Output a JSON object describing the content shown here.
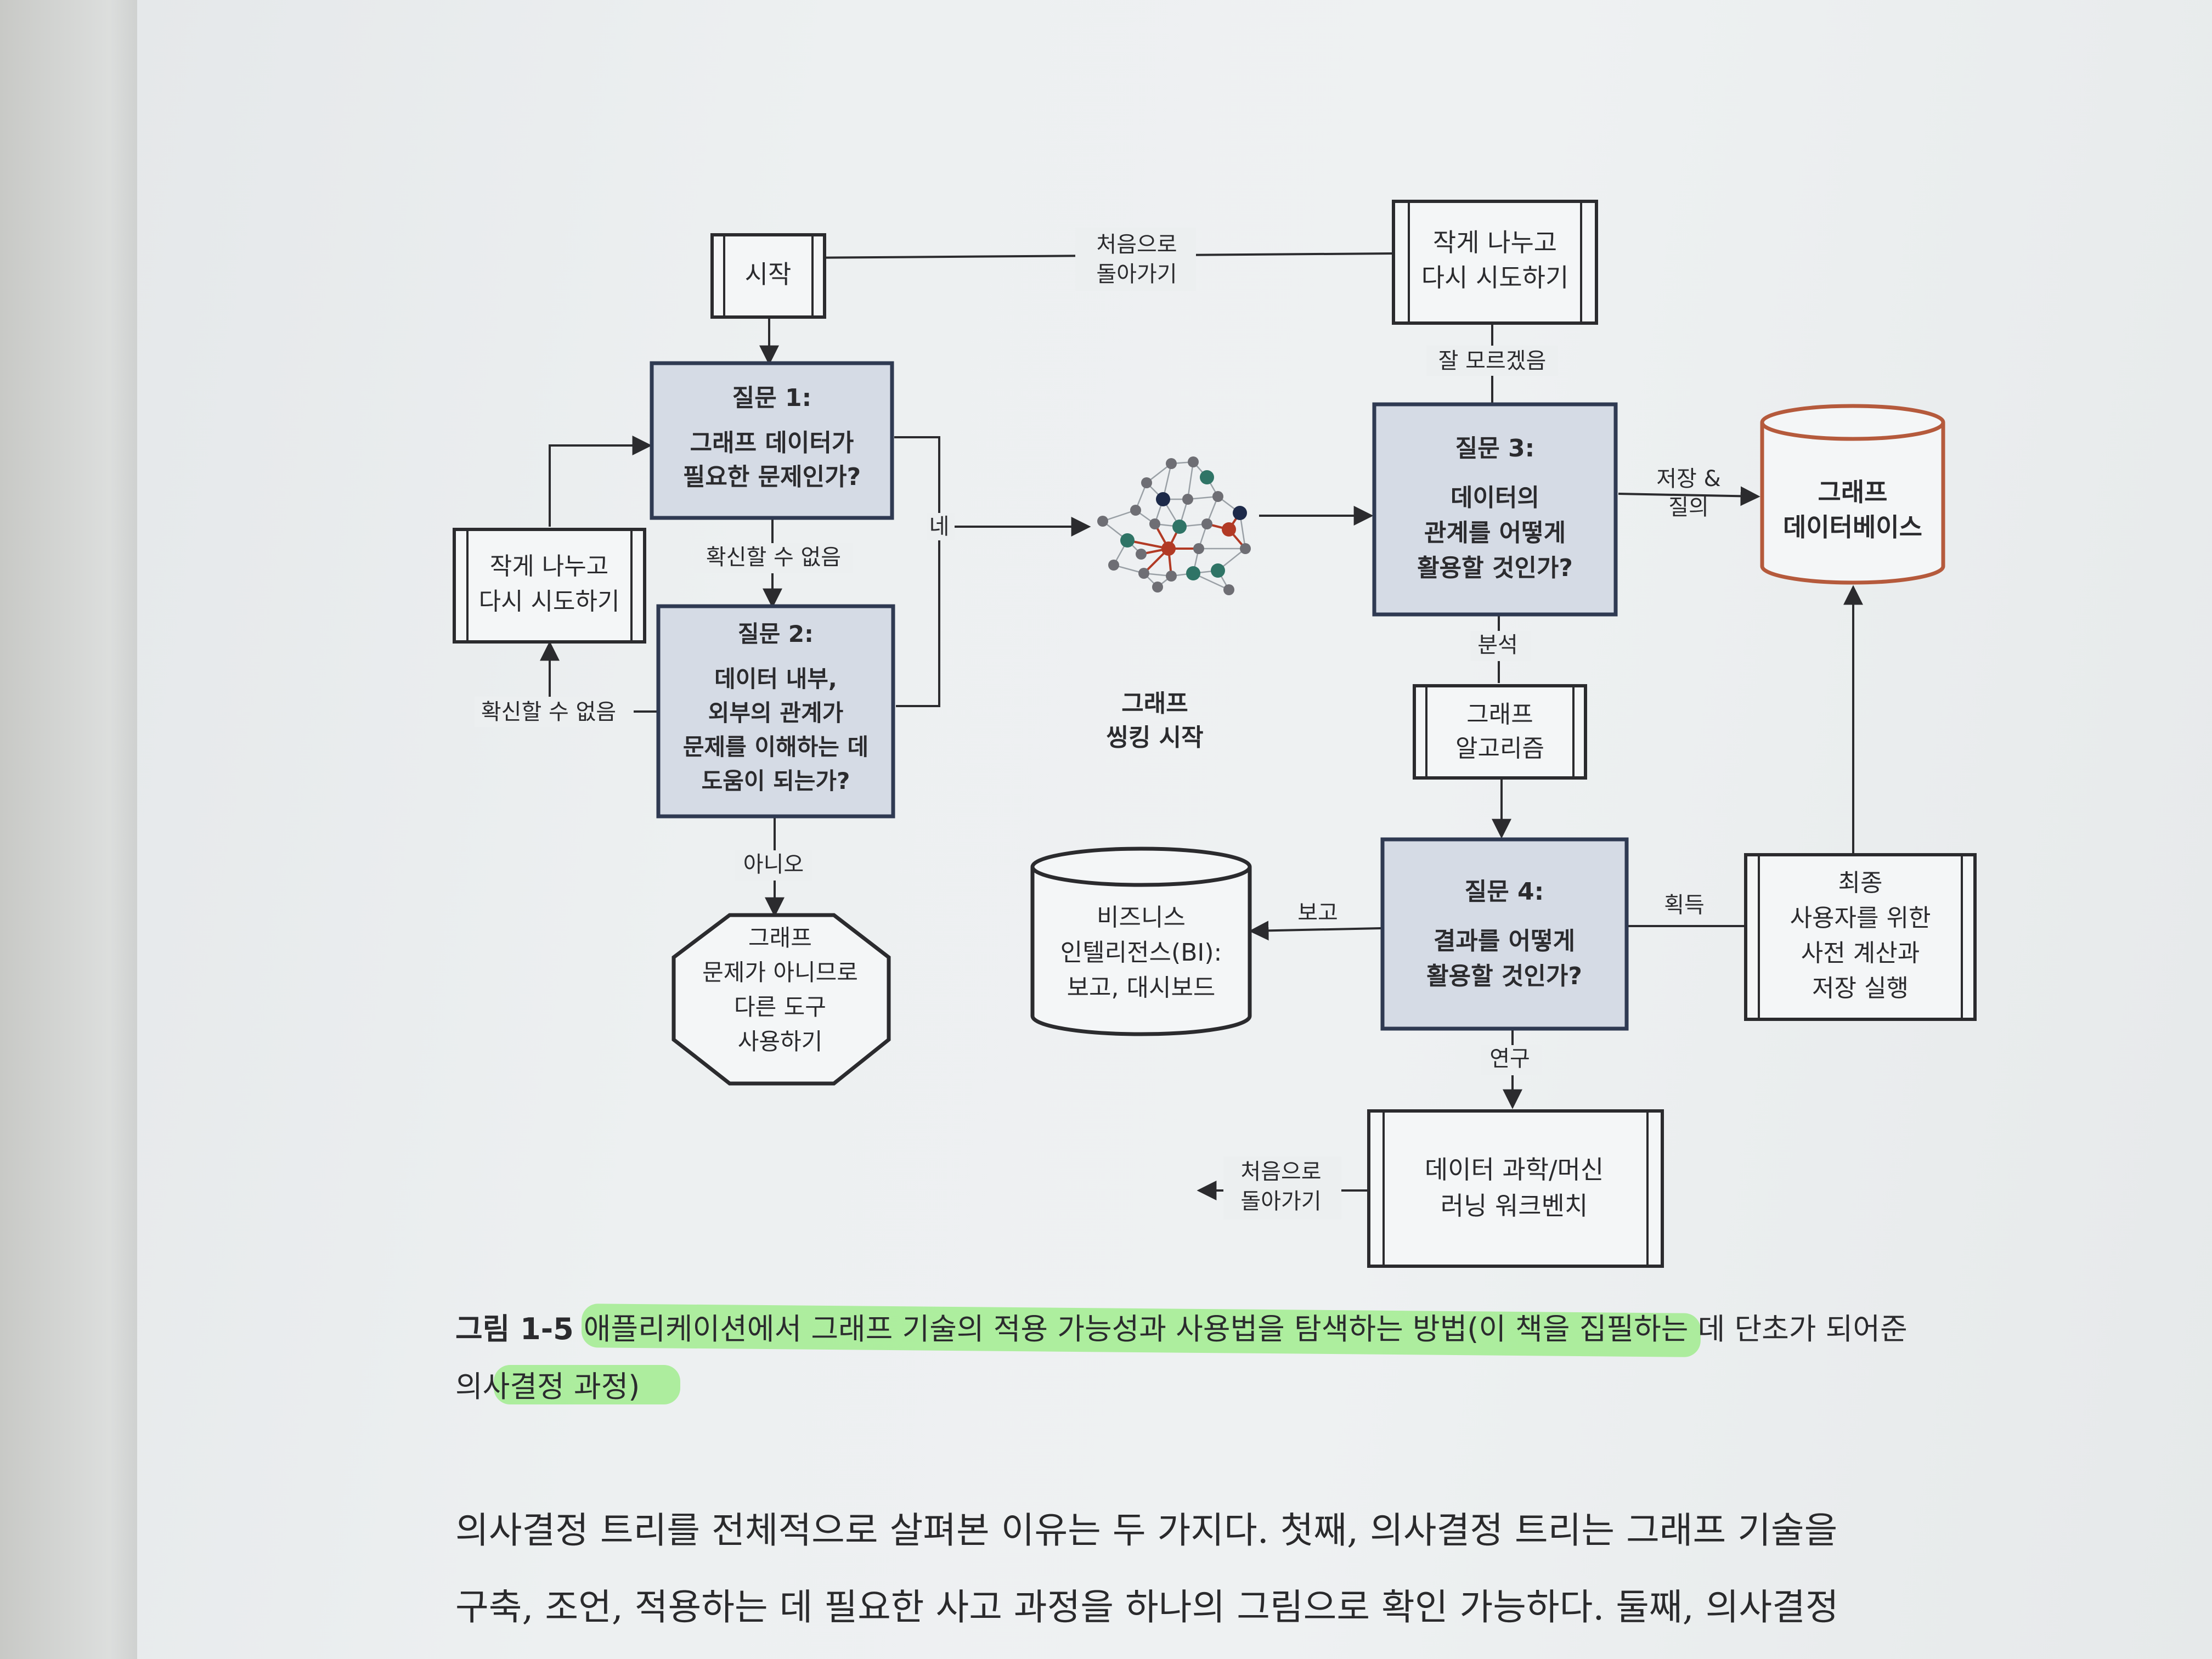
{
  "diagram": {
    "nodes": {
      "start": {
        "lines": [
          "시작"
        ]
      },
      "retry_top": {
        "lines": [
          "작게 나누고",
          "다시 시도하기"
        ]
      },
      "q1": {
        "lines": [
          "질문 1:",
          "그래프 데이터가",
          "필요한 문제인가?"
        ]
      },
      "retry_left": {
        "lines": [
          "작게 나누고",
          "다시 시도하기"
        ]
      },
      "q2": {
        "lines": [
          "질문 2:",
          "데이터 내부,",
          "외부의 관계가",
          "문제를 이해하는 데",
          "도움이 되는가?"
        ]
      },
      "stop": {
        "lines": [
          "그래프",
          "문제가 아니므로",
          "다른 도구",
          "사용하기"
        ]
      },
      "thinking_label": {
        "lines": [
          "그래프",
          "씽킹 시작"
        ]
      },
      "q3": {
        "lines": [
          "질문 3:",
          "데이터의",
          "관계를 어떻게",
          "활용할 것인가?"
        ]
      },
      "graph_db": {
        "lines": [
          "그래프",
          "데이터베이스"
        ]
      },
      "graph_algo": {
        "lines": [
          "그래프",
          "알고리즘"
        ]
      },
      "q4": {
        "lines": [
          "질문 4:",
          "결과를 어떻게",
          "활용할 것인가?"
        ]
      },
      "bi": {
        "lines": [
          "비즈니스",
          "인텔리전스(BI):",
          "보고, 대시보드"
        ]
      },
      "precompute": {
        "lines": [
          "최종",
          "사용자를 위한",
          "사전 계산과",
          "저장 실행"
        ]
      },
      "workbench": {
        "lines": [
          "데이터 과학/머신",
          "러닝 워크벤치"
        ]
      }
    },
    "edge_labels": {
      "back_top": [
        "처음으로",
        "돌아가기"
      ],
      "unsure_top": [
        "잘 모르겠음"
      ],
      "unsure_q1": [
        "확신할 수 없음"
      ],
      "unsure_q2": [
        "확신할 수 없음"
      ],
      "yes": [
        "네"
      ],
      "store_query": [
        "저장 &",
        "질의"
      ],
      "analysis": [
        "분석"
      ],
      "report": [
        "보고"
      ],
      "acquire": [
        "획득"
      ],
      "no": [
        "아니오"
      ],
      "research": [
        "연구"
      ],
      "back_bottom": [
        "처음으로",
        "돌아가기"
      ]
    },
    "colors": {
      "question_fill": "#d5dbe5",
      "question_border": "#2f3a52",
      "db_border": "#b55a3c",
      "graph_red": "#b23a25",
      "graph_navy": "#1d2a4a",
      "graph_teal": "#2f7466",
      "graph_gray": "#6e6e74"
    }
  },
  "caption": {
    "label": "그림 1-5",
    "line1": "애플리케이션에서 그래프 기술의 적용 가능성과 사용법을 탐색하는 방법(이 책을 집필하는 데 단초가 되어준",
    "line2": "의사결정 과정)"
  },
  "body_text": {
    "line1": "의사결정 트리를 전체적으로 살펴본 이유는 두 가지다. 첫째, 의사결정 트리는 그래프 기술을",
    "line2": "구축, 조언, 적용하는 데 필요한 사고 과정을 하나의 그림으로 확인 가능하다. 둘째, 의사결정"
  }
}
